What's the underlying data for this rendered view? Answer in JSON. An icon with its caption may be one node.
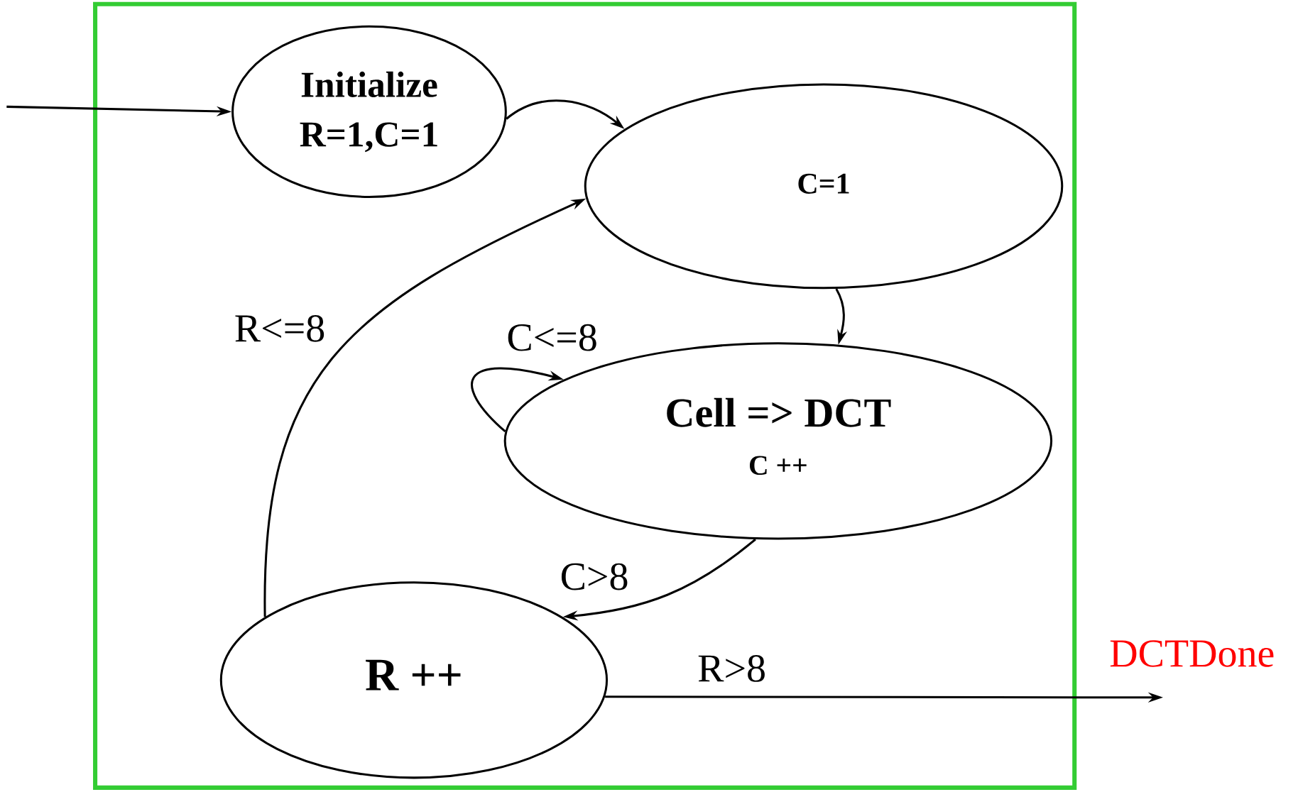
{
  "diagram": {
    "nodes": [
      {
        "text": [],
        "shape": "box"
      },
      {
        "text": [
          "Initialize",
          "R=1,C=1"
        ],
        "in": 0
      },
      {
        "text": [
          "C=1"
        ],
        "in": 0
      },
      {
        "text": [
          "Cell => DCT",
          "C ++"
        ],
        "in": 0
      },
      {
        "text": [
          "R ++"
        ],
        "in": 0
      }
    ],
    "edges": [
      {
        "from": null,
        "to": 1,
        "arrow": "to"
      },
      {
        "from": 1,
        "to": 2,
        "arrow": "to"
      },
      {
        "from": 2,
        "to": 3,
        "arrow": "to"
      },
      {
        "from": 3,
        "to": 3,
        "label": "C<=8",
        "arrow": "to"
      },
      {
        "from": 3,
        "to": 4,
        "label": "C>8",
        "arrow": "to"
      },
      {
        "from": 4,
        "to": 2,
        "label": "R<=8",
        "arrow": "to"
      },
      {
        "from": 4,
        "to": null,
        "label": "R>8",
        "arrow": "to"
      }
    ],
    "labels": [
      "DCTDone"
    ]
  }
}
